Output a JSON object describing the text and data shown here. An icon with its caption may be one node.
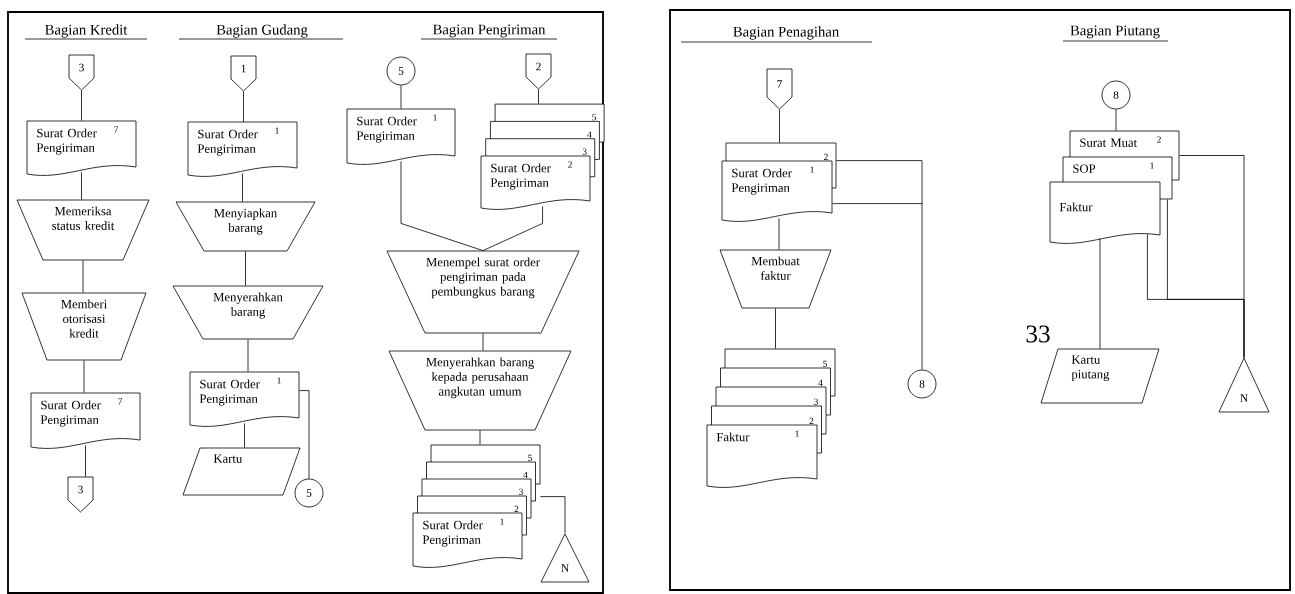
{
  "diagram": {
    "nodes": [
      {
        "text": [
          "3"
        ]
      },
      {
        "text": [
          "Surat Order Pengiriman",
          "7"
        ]
      },
      {
        "text": [
          "Memeriksa status kredit"
        ]
      },
      {
        "text": [
          "Memberi otorisasi kredit"
        ]
      },
      {
        "text": [
          "Surat Order Pengiriman",
          "7"
        ]
      },
      {
        "text": [
          "3"
        ]
      },
      {
        "text": [
          "1"
        ]
      },
      {
        "text": [
          "Surat Order Pengiriman",
          "1"
        ]
      },
      {
        "text": [
          "Menyiapkan barang"
        ]
      },
      {
        "text": [
          "Menyerahkan barang"
        ]
      },
      {
        "text": [
          "Surat Order Pengiriman",
          "1"
        ]
      },
      {
        "text": [
          "Kartu"
        ]
      },
      {
        "text": [
          "5"
        ]
      },
      {
        "text": [
          "5"
        ]
      },
      {
        "text": [
          "2"
        ]
      },
      {
        "text": [
          "Surat Order Pengiriman",
          "1"
        ]
      },
      {
        "text": [
          "Surat Order Pengiriman",
          "2",
          "3",
          "4",
          "5"
        ]
      },
      {
        "text": [
          "Menempel surat order pengiriman pada pembungkus barang"
        ]
      },
      {
        "text": [
          "Menyerahkan barang kepada perusahaan angkutan umum"
        ]
      },
      {
        "text": [
          "Surat Order Pengiriman",
          "1",
          "2",
          "3",
          "4",
          "5"
        ]
      },
      {
        "text": [
          "N"
        ]
      },
      {
        "text": [
          "7"
        ]
      },
      {
        "text": [
          "Surat Order Pengiriman",
          "1",
          "2"
        ]
      },
      {
        "text": [
          "Membuat faktur"
        ]
      },
      {
        "text": [
          "Faktur",
          "1",
          "2",
          "3",
          "4",
          "5"
        ]
      },
      {
        "text": [
          "8"
        ]
      },
      {
        "text": [
          "8"
        ]
      },
      {
        "text": [
          "Surat Muat",
          "2"
        ]
      },
      {
        "text": [
          "SOP",
          "1"
        ]
      },
      {
        "text": [
          "Faktur"
        ]
      },
      {
        "text": [
          "Kartu piutang"
        ]
      },
      {
        "text": [
          "N"
        ]
      }
    ],
    "edges": [
      {
        "from": 0,
        "to": 1,
        "arrow": "none"
      },
      {
        "from": 1,
        "to": 2,
        "arrow": "none"
      },
      {
        "from": 2,
        "to": 3,
        "arrow": "none"
      },
      {
        "from": 3,
        "to": 4,
        "arrow": "none"
      },
      {
        "from": 4,
        "to": 5,
        "arrow": "none"
      },
      {
        "from": 6,
        "to": 7,
        "arrow": "none"
      },
      {
        "from": 7,
        "to": 8,
        "arrow": "none"
      },
      {
        "from": 8,
        "to": 9,
        "arrow": "none"
      },
      {
        "from": 9,
        "to": 10,
        "arrow": "none"
      },
      {
        "from": 10,
        "to": 11,
        "arrow": "none"
      },
      {
        "from": 10,
        "to": 12,
        "arrow": "none"
      },
      {
        "from": 13,
        "to": 15,
        "arrow": "none"
      },
      {
        "from": 14,
        "to": 16,
        "arrow": "none"
      },
      {
        "from": 15,
        "to": 17,
        "arrow": "none"
      },
      {
        "from": 16,
        "to": 17,
        "arrow": "none"
      },
      {
        "from": 17,
        "to": 18,
        "arrow": "none"
      },
      {
        "from": 18,
        "to": 19,
        "arrow": "none"
      },
      {
        "from": 19,
        "to": 20,
        "arrow": "none"
      },
      {
        "from": 21,
        "to": 22,
        "arrow": "none"
      },
      {
        "from": 22,
        "to": 23,
        "arrow": "none"
      },
      {
        "from": 23,
        "to": 24,
        "arrow": "none"
      },
      {
        "from": 22,
        "to": 25,
        "arrow": "none"
      },
      {
        "from": 26,
        "to": 27,
        "arrow": "none"
      },
      {
        "from": 27,
        "to": 31,
        "arrow": "none"
      },
      {
        "from": 28,
        "to": 31,
        "arrow": "none"
      },
      {
        "from": 29,
        "to": 31,
        "arrow": "none"
      },
      {
        "from": 29,
        "to": 30,
        "arrow": "none"
      }
    ],
    "labels": [
      "Bagian Kredit",
      "Bagian Gudang",
      "Bagian Pengiriman",
      "Bagian Penagihan",
      "Bagian Piutang",
      "33"
    ]
  }
}
